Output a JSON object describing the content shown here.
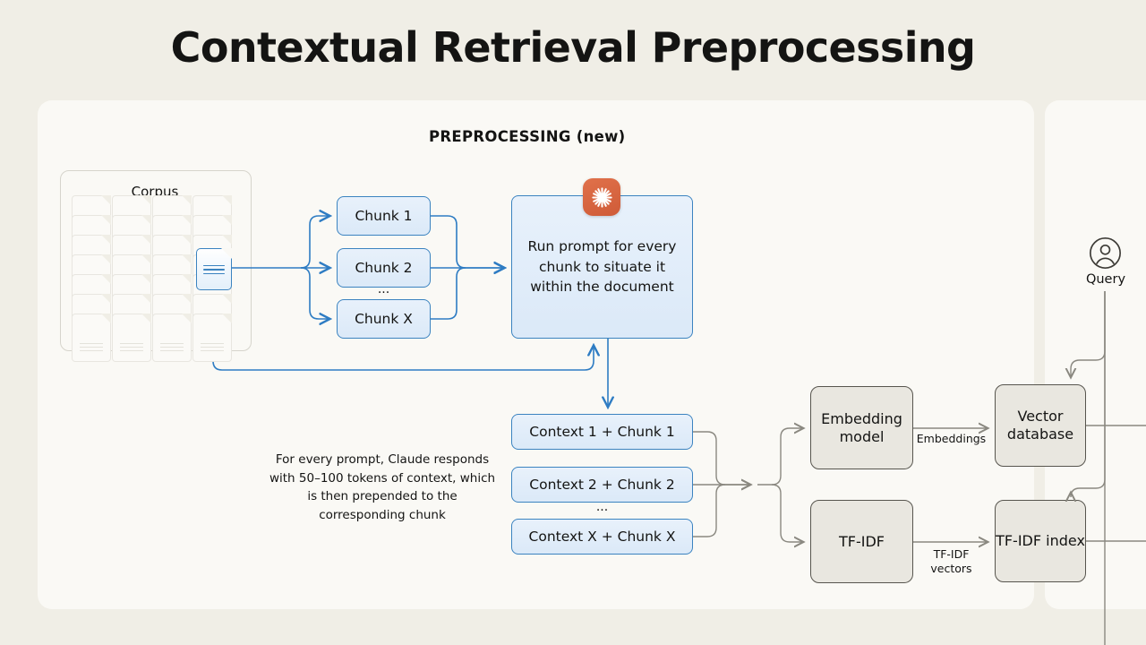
{
  "page": {
    "title": "Contextual Retrieval Preprocessing",
    "background_color": "#f0eee6",
    "panel_color": "#faf9f5"
  },
  "sections": {
    "preprocessing_heading": "PREPROCESSING (new)"
  },
  "corpus": {
    "label": "Corpus",
    "ghost_document_columns": 4,
    "ghost_documents_per_column": 7,
    "active_document_icon": "document-icon"
  },
  "chunks": [
    {
      "label": "Chunk 1"
    },
    {
      "label": "Chunk 2"
    },
    {
      "label": "Chunk X"
    }
  ],
  "chunks_ellipsis": "...",
  "prompt_box": {
    "text": "Run prompt for every chunk to situate it within the document",
    "badge_icon": "claude-burst-icon",
    "badge_color": "#d45f37",
    "fill_color": "#e2edfa",
    "border_color": "#3b83c0"
  },
  "contexts": [
    {
      "label": "Context 1 + Chunk 1"
    },
    {
      "label": "Context 2 + Chunk 2"
    },
    {
      "label": "Context X + Chunk X"
    }
  ],
  "contexts_ellipsis": "...",
  "note": "For every prompt, Claude responds with 50–100 tokens of context, which is then prepended to the corresponding chunk",
  "pipeline": {
    "embedding_model": "Embedding model",
    "tfidf": "TF-IDF",
    "vector_database": "Vector database",
    "tfidf_index": "TF-IDF index",
    "embeddings_label": "Embeddings",
    "tfidf_vectors_label": "TF-IDF\nvectors"
  },
  "query": {
    "label": "Query",
    "icon": "user-circle-icon"
  }
}
